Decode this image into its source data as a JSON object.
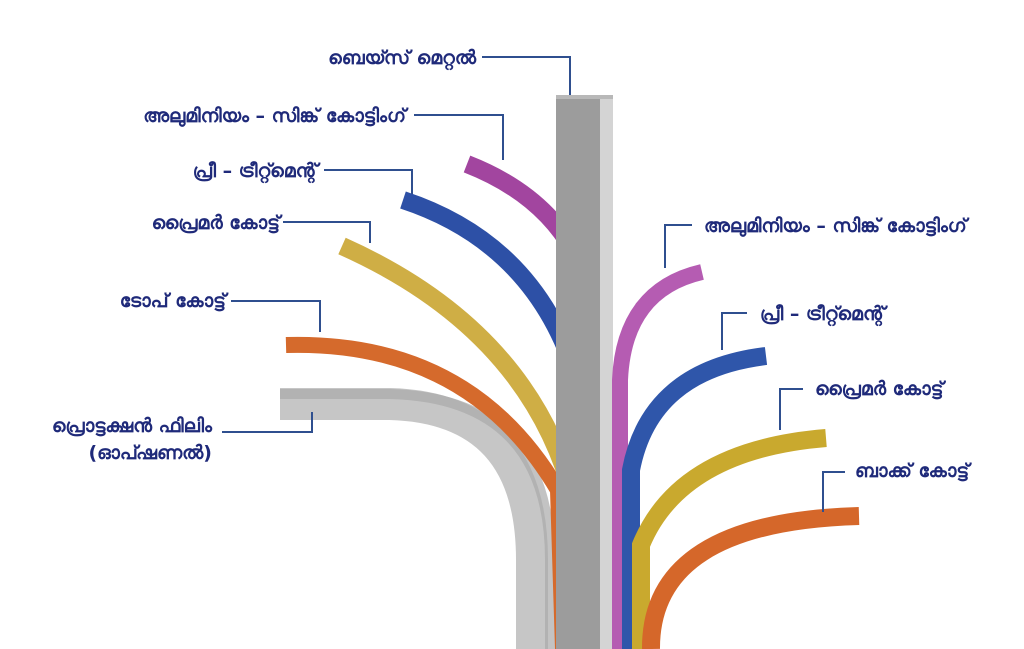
{
  "colors": {
    "label": "#1f2a7a",
    "leader": "#2f4f8f",
    "base_metal": "#9a9a9a",
    "aluminium_zinc": "#9b3a98",
    "pre_treatment": "#2a4a9e",
    "primer": "#c9a93a",
    "top_coat": "#d0662a",
    "protection_film": "#c4c4c4",
    "back_coat": "#d0662a"
  },
  "labels": {
    "base_metal": "ബെയ്സ് മെറ്റൽ",
    "left": {
      "aluminium_zinc": "അലുമിനിയം –  സിങ്ക് കോട്ടിംഗ്",
      "pre_treatment": "പ്രീ – ട്രീറ്റ്മെന്റ്",
      "primer": "പ്രൈമർ കോട്ട്",
      "top_coat": "ടോപ് കോട്ട്",
      "protection_film_line1": "പ്രൊട്ടക്ഷൻ ഫിലിം",
      "protection_film_line2": "(ഓപ്ഷണൽ)"
    },
    "right": {
      "aluminium_zinc": "അലുമിനിയം –  സിങ്ക് കോട്ടിംഗ്",
      "pre_treatment": "പ്രീ – ട്രീറ്റ്മെന്റ്",
      "primer": "പ്രൈമർ കോട്ട്",
      "back_coat": "ബാക്ക് കോട്ട്"
    }
  }
}
